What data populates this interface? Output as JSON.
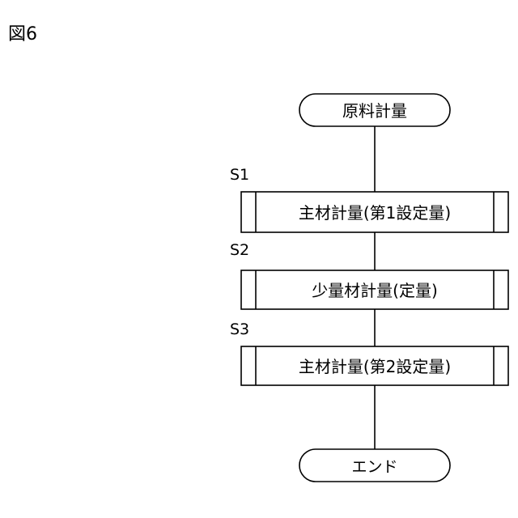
{
  "figure_label": "図6",
  "flowchart": {
    "start": {
      "text": "原料計量"
    },
    "steps": [
      {
        "label": "S1",
        "text": "主材計量(第1設定量)"
      },
      {
        "label": "S2",
        "text": "少量材計量(定量)"
      },
      {
        "label": "S3",
        "text": "主材計量(第2設定量)"
      }
    ],
    "end": {
      "text": "エンド"
    }
  }
}
